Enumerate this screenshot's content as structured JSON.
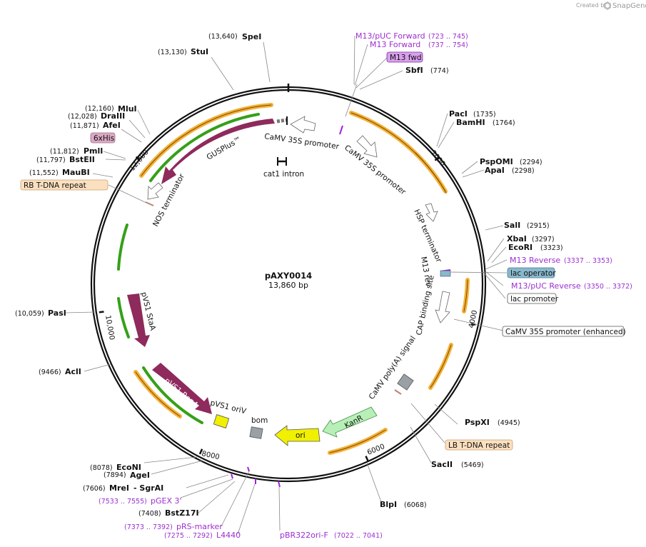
{
  "credit": {
    "created_by": "Created by",
    "brand": "SnapGene"
  },
  "plasmid": {
    "name": "pAXY0014",
    "length": "13,860 bp"
  },
  "ticks": [
    "2000",
    "4000",
    "6000",
    "8000",
    "10,000",
    "12,000"
  ],
  "colors": {
    "cds": "#8e2a5c",
    "ori": "#f0f000",
    "kanr": "#b7f0b7",
    "promoter": "#ffffff",
    "green_arc": "#35a018",
    "orange_arc": "#f5b035",
    "primer": "#a022dd",
    "rb_tdna": "#fbe0c0",
    "lac_operator": "#89b8cc",
    "tag_6xhis": "#d9a9c3",
    "m13fwd": "#d9a0ee"
  },
  "sites": {
    "spei": {
      "pos": "(13,640)",
      "name": "SpeI"
    },
    "stui": {
      "pos": "(13,130)",
      "name": "StuI"
    },
    "mlui": {
      "pos": "(12,160)",
      "name": "MluI"
    },
    "draiii": {
      "pos": "(12,028)",
      "name": "DraIII"
    },
    "afei": {
      "pos": "(11,871)",
      "name": "AfeI"
    },
    "pmli": {
      "pos": "(11,812)",
      "name": "PmlI"
    },
    "bsteii": {
      "pos": "(11,797)",
      "name": "BstEII"
    },
    "maubi": {
      "pos": "(11,552)",
      "name": "MauBI"
    },
    "pasi": {
      "pos": "(10,059)",
      "name": "PasI"
    },
    "acli": {
      "pos": "(9466)",
      "name": "AclI"
    },
    "econi": {
      "pos": "(8078)",
      "name": "EcoNI"
    },
    "agei": {
      "pos": "(7894)",
      "name": "AgeI"
    },
    "mrei": {
      "pos": "(7606)",
      "name": "MreI",
      "pair": "- SgrAI"
    },
    "bstz17i": {
      "pos": "(7408)",
      "name": "BstZ17I"
    },
    "sbfi": {
      "name": "SbfI",
      "pos": "(774)"
    },
    "paci": {
      "name": "PacI",
      "pos": "(1735)"
    },
    "bamhi": {
      "name": "BamHI",
      "pos": "(1764)"
    },
    "pspomi": {
      "name": "PspOMI",
      "pos": "(2294)"
    },
    "apai": {
      "name": "ApaI",
      "pos": "(2298)"
    },
    "sali": {
      "name": "SalI",
      "pos": "(2915)"
    },
    "xbai": {
      "name": "XbaI",
      "pos": "(3297)"
    },
    "ecori": {
      "name": "EcoRI",
      "pos": "(3323)"
    },
    "pspxi": {
      "name": "PspXI",
      "pos": "(4945)"
    },
    "sacii": {
      "name": "SacII",
      "pos": "(5469)"
    },
    "blpi": {
      "name": "BlpI",
      "pos": "(6068)"
    }
  },
  "primers": {
    "m13puc_forward": {
      "name": "M13/pUC Forward",
      "pos": "(723 .. 745)"
    },
    "m13_forward": {
      "name": "M13 Forward",
      "pos": "(737 .. 754)"
    },
    "m13_fwd": {
      "name": "M13 fwd"
    },
    "m13_reverse": {
      "name": "M13 Reverse",
      "pos": "(3337 .. 3353)"
    },
    "m13puc_reverse": {
      "name": "M13/pUC Reverse",
      "pos": "(3350 .. 3372)"
    },
    "pgex3": {
      "pos": "(7533 .. 7555)",
      "name": "pGEX 3'"
    },
    "prs_marker": {
      "pos": "(7373 .. 7392)",
      "name": "pRS-marker"
    },
    "l4440": {
      "pos": "(7275 .. 7292)",
      "name": "L4440"
    },
    "pbr322ori": {
      "name": "pBR322ori-F",
      "pos": "(7022 .. 7041)"
    }
  },
  "tags": {
    "six_his": "6xHis",
    "rb_tdna": "RB T-DNA repeat",
    "lb_tdna": "LB T-DNA repeat",
    "lac_operator": "lac operator",
    "lac_promoter": "lac promoter",
    "camv_enh": "CaMV 35S promoter (enhanced)"
  },
  "features": {
    "camv1": "CaMV 35S promoter",
    "camv2": "CaMV 35S promoter",
    "cat1": "cat1 intron",
    "gusplus": "GUSPlus™",
    "nos": "NOS terminator",
    "hsp": "HSP terminator",
    "m13rev": "M13 rev",
    "cap": "CAP binding site",
    "polya": "CaMV poly(A) signal",
    "kanr": "KanR",
    "ori": "ori",
    "bom": "bom",
    "pvs1_oriv": "pVS1 oriV",
    "pvs1_repa": "pVS1 RepA",
    "pvs1_staa": "pVS1 StaA"
  }
}
